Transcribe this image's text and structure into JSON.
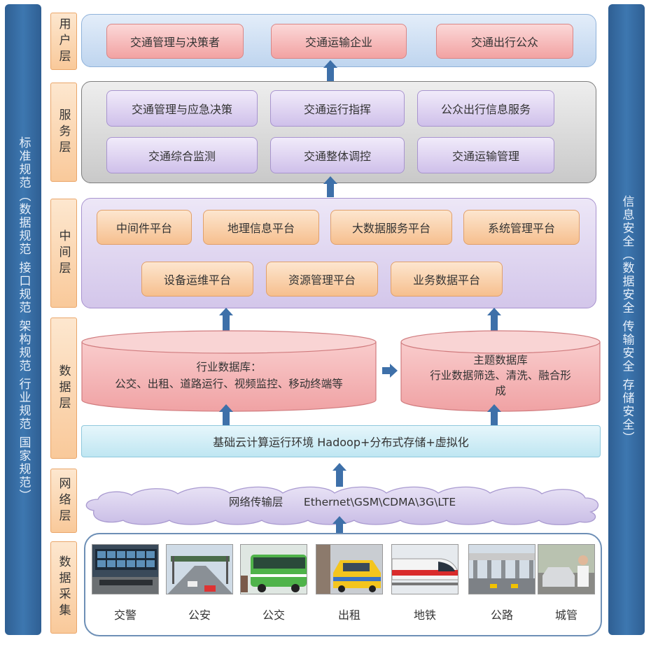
{
  "left_bar": {
    "text": "标准规范（数据规范 接口规范 架构规范 行业规范 国家规范）"
  },
  "right_bar": {
    "text": "信息安全（数据安全 传输安全 存储安全）"
  },
  "layers": {
    "user": "用户层",
    "service": "服务层",
    "middle": "中间层",
    "data": "数据层",
    "network": "网络层",
    "collect": "数据采集"
  },
  "user_layer": {
    "items": [
      "交通管理与决策者",
      "交通运输企业",
      "交通出行公众"
    ]
  },
  "service_layer": {
    "row1": [
      "交通管理与应急决策",
      "交通运行指挥",
      "公众出行信息服务"
    ],
    "row2": [
      "交通综合监测",
      "交通整体调控",
      "交通运输管理"
    ]
  },
  "middle_layer": {
    "row1": [
      "中间件平台",
      "地理信息平台",
      "大数据服务平台",
      "系统管理平台"
    ],
    "row2": [
      "设备运维平台",
      "资源管理平台",
      "业务数据平台"
    ]
  },
  "data_layer": {
    "industry_db": {
      "line1": "行业数据库：",
      "line2": "公交、出租、道路运行、视频监控、移动终端等"
    },
    "theme_db": {
      "line1": "主题数据库",
      "line2": "行业数据筛选、清洗、融合形",
      "line3": "成"
    },
    "cloud_env": "基础云计算运行环境  Hadoop+分布式存储+虚拟化"
  },
  "network_layer": {
    "text": "网络传输层      Ethernet\\GSM\\CDMA\\3G\\LTE"
  },
  "collect_layer": {
    "labels": [
      "交警",
      "公安",
      "公交",
      "出租",
      "地铁",
      "公路",
      "城管"
    ]
  },
  "colors": {
    "side_bar": "#3d77b0",
    "arrow": "#3e70a9",
    "red_box": "#f2a2a2",
    "purple_box": "#cfc0ea",
    "orange_box": "#f6bf8e"
  }
}
